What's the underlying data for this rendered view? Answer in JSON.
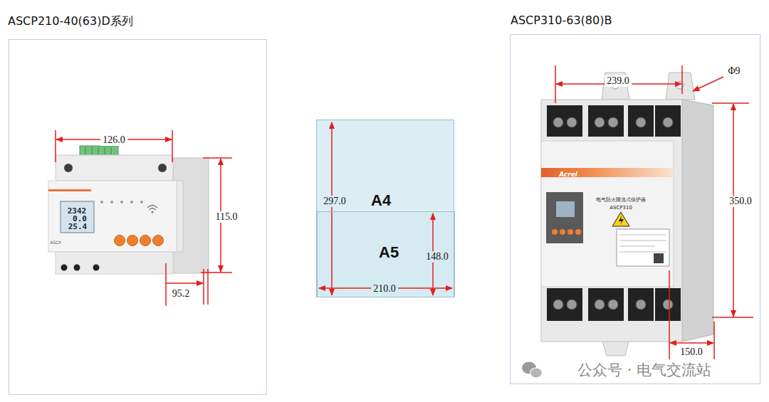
{
  "diagram": {
    "nodes": [
      {
        "text": [
          "ASCP210-40(63)D系列"
        ]
      },
      {
        "text": [
          "A4"
        ]
      },
      {
        "text": [
          "A5"
        ],
        "in": 1
      },
      {
        "text": [
          "ASCP310-63(80)B"
        ]
      }
    ],
    "labels": [
      "126.0",
      "115.0",
      "95.2",
      "2342",
      "0.0",
      "25.4",
      "ASCP",
      "297.0",
      "148.0",
      "210.0",
      "239.0",
      "Φ9",
      "350.0",
      "150.0",
      "Acrel",
      "电气防火限流式保护器",
      "ASCP310",
      "公众号 · 电气交流站"
    ]
  }
}
